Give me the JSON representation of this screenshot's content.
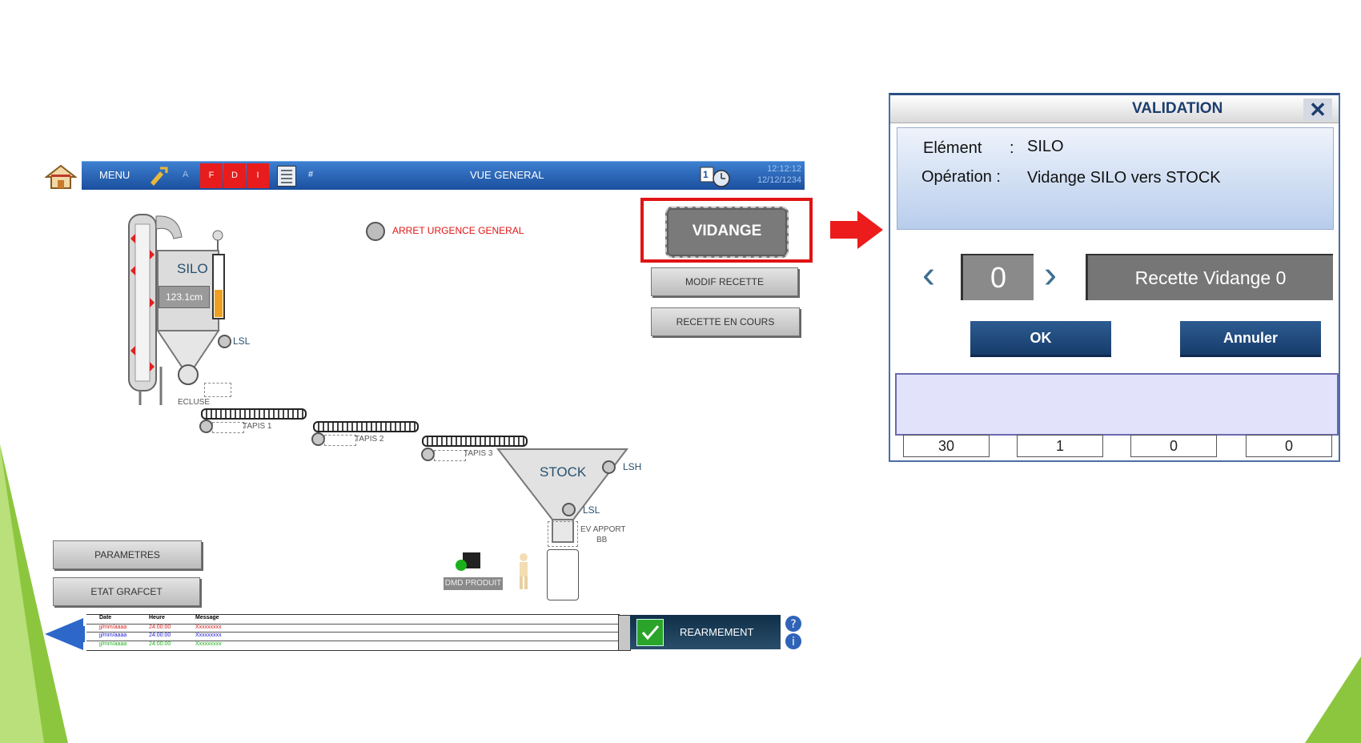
{
  "topbar": {
    "menu_label": "MENU",
    "access_level": "A",
    "buttons": [
      "F",
      "D",
      "I"
    ],
    "hash": "#",
    "title": "VUE GENERAL",
    "clock_line1": "12:12:12",
    "clock_line2": "12/12/1234",
    "calendar_day": "1"
  },
  "emergency_stop_label": "ARRET URGENCE GENERAL",
  "controls": {
    "vidange": "VIDANGE",
    "modif_recette": "MODIF RECETTE",
    "recette_en_cours": "RECETTE EN COURS",
    "parametres": "PARAMETRES",
    "etat_grafcet": "ETAT GRAFCET",
    "rearmement": "REARMEMENT"
  },
  "diagram": {
    "silo_label": "SILO",
    "silo_level": "123.1cm",
    "silo_level_fraction": 0.45,
    "silo_lsl": "LSL",
    "ecluse": "ECLUSE",
    "tapis": [
      "TAPIS 1",
      "TAPIS 2",
      "TAPIS 3"
    ],
    "stock_label": "STOCK",
    "stock_lsh": "LSH",
    "stock_lsl": "LSL",
    "ev_apport": "EV APPORT",
    "ev_apport_sub": "BB",
    "dmd_produit": "DMD PRODUIT"
  },
  "log": {
    "headers": [
      "Date",
      "Heure",
      "Message"
    ],
    "rows": [
      {
        "date": "jj/mm/aaaa",
        "heure": "24:00:00",
        "message": "Xxxxxxxxx",
        "color": "#d42020"
      },
      {
        "date": "jj/mm/aaaa",
        "heure": "24:00:00",
        "message": "Xxxxxxxxx",
        "color": "#2020d4"
      },
      {
        "date": "jj/mm/aaaa",
        "heure": "24:00:00",
        "message": "Xxxxxxxxx",
        "color": "#20b020"
      }
    ]
  },
  "dialog": {
    "title": "VALIDATION",
    "element_label": "Elément",
    "element_sep": ":",
    "element_value": "SILO",
    "operation_label": "Opération :",
    "operation_value": "Vidange SILO vers STOCK",
    "recipe_number": "0",
    "recipe_name": "Recette Vidange 0",
    "ok": "OK",
    "cancel": "Annuler",
    "values": [
      "30",
      "1",
      "0",
      "0"
    ]
  },
  "colors": {
    "topbar": "#1b4f9e",
    "highlight": "#e01414",
    "dialog_button": "#1f4a7d",
    "accent_green": "#8cc63f"
  }
}
